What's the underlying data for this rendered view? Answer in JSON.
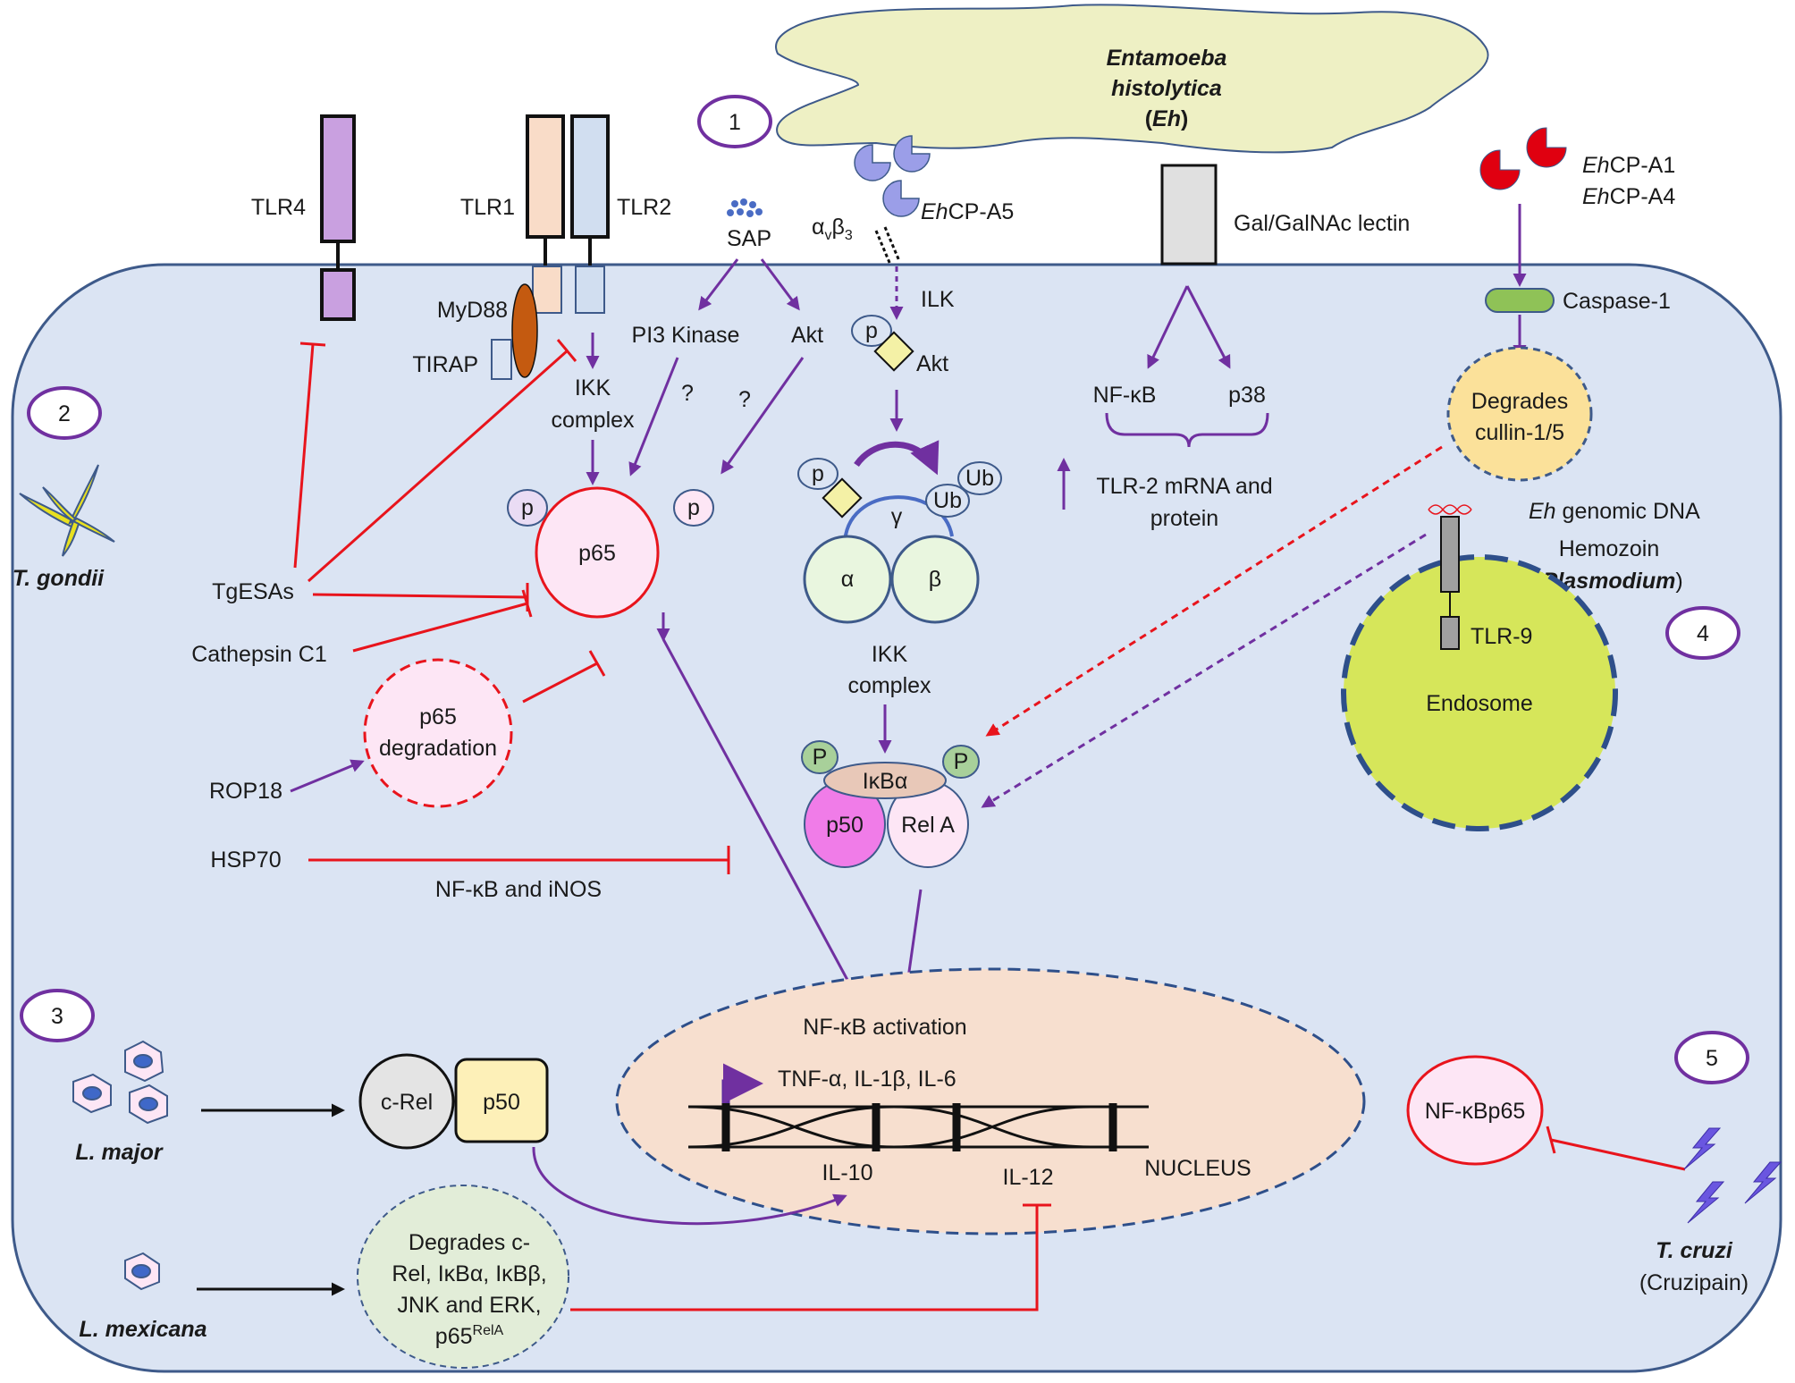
{
  "colors": {
    "cell_fill": "#dbe4f3",
    "cell_stroke": "#3e5a8a",
    "parasite_fill": "#eef0c4",
    "activation_arrow": "#7030a0",
    "inhibition_line": "#e8141c",
    "nucleus_fill": "#f7dfcf",
    "endosome_fill": "#d6e65a",
    "caspase_fill": "#8fc257",
    "cullin_fill": "#fbe19a",
    "p50_fill": "#f07ce8",
    "cp_a5_fill": "#9b9ee8",
    "cp_a1a4_fill": "#e00010"
  },
  "sections": {
    "n1": "1",
    "n2": "2",
    "n3": "3",
    "n4": "4",
    "n5": "5"
  },
  "entamoeba": {
    "name_line1": "Entamoeba",
    "name_line2": "histolytica",
    "abbr_open": "(",
    "abbr": "Eh",
    "abbr_close": ")",
    "cpa5_prefix": "Eh",
    "cpa5_suffix": "CP-A5",
    "cpa1_prefix": "Eh",
    "cpa1_suffix": "CP-A1",
    "cpa4_prefix": "Eh",
    "cpa4_suffix": "CP-A4",
    "lectin": "Gal/GalNAc lectin",
    "sap": "SAP",
    "integrin_alpha": "α",
    "integrin_alpha_sub": "v",
    "integrin_beta": "β",
    "integrin_beta_sub": "3",
    "ilk": "ILK",
    "akt": "Akt",
    "pi3k": "PI3 Kinase",
    "question": "?",
    "nfkb": "NF-κB",
    "p38": "p38",
    "tlr2_mrna_line1": "TLR-2 mRNA and",
    "tlr2_mrna_line2": "protein",
    "caspase1": "Caspase-1",
    "degrades_cullin_line1": "Degrades",
    "degrades_cullin_line2": "cullin-1/5",
    "genomic_prefix": "Eh",
    "genomic_suffix": " genomic DNA",
    "hemozoin": "Hemozoin",
    "plasmodium_open": "(",
    "plasmodium": "Plasmodium",
    "plasmodium_close": ")",
    "tlr9": "TLR-9",
    "endosome": "Endosome"
  },
  "receptors": {
    "tlr4": "TLR4",
    "tlr1": "TLR1",
    "tlr2": "TLR2",
    "myd88": "MyD88",
    "tirap": "TIRAP",
    "ikk_line1": "IKK",
    "ikk_line2": "complex",
    "p": "p",
    "p65": "p65"
  },
  "ikk_center": {
    "p": "p",
    "ub": "Ub",
    "gamma": "γ",
    "alpha": "α",
    "beta": "β",
    "ikk_line1": "IKK",
    "ikk_line2": "complex",
    "P": "P",
    "ikba": "IκBα",
    "p50": "p50",
    "rela": "Rel A"
  },
  "toxoplasma": {
    "name": "T. gondii",
    "tgesas": "TgESAs",
    "cathepsin": "Cathepsin C1",
    "p65deg_line1": "p65",
    "p65deg_line2": "degradation",
    "rop18": "ROP18",
    "hsp70": "HSP70",
    "nfkb_inos": "NF-κB and iNOS"
  },
  "nucleus": {
    "activation": "NF-κB activation",
    "cytokines": "TNF-α, IL-1β, IL-6",
    "il10": "IL-10",
    "il12": "IL-12",
    "label": "NUCLEUS"
  },
  "leishmania": {
    "major": "L. major",
    "mexicana": "L. mexicana",
    "crel": "c-Rel",
    "p50": "p50",
    "degrades_line1": "Degrades c-",
    "degrades_line2": "Rel, IκBα, IκBβ,",
    "degrades_line3": "JNK and ERK,",
    "degrades_line4": "p65",
    "degrades_sup": "RelA"
  },
  "trypanosoma": {
    "nfkbp65": "NF-κBp65",
    "name": "T. cruzi",
    "cruzipain": "(Cruzipain)"
  }
}
